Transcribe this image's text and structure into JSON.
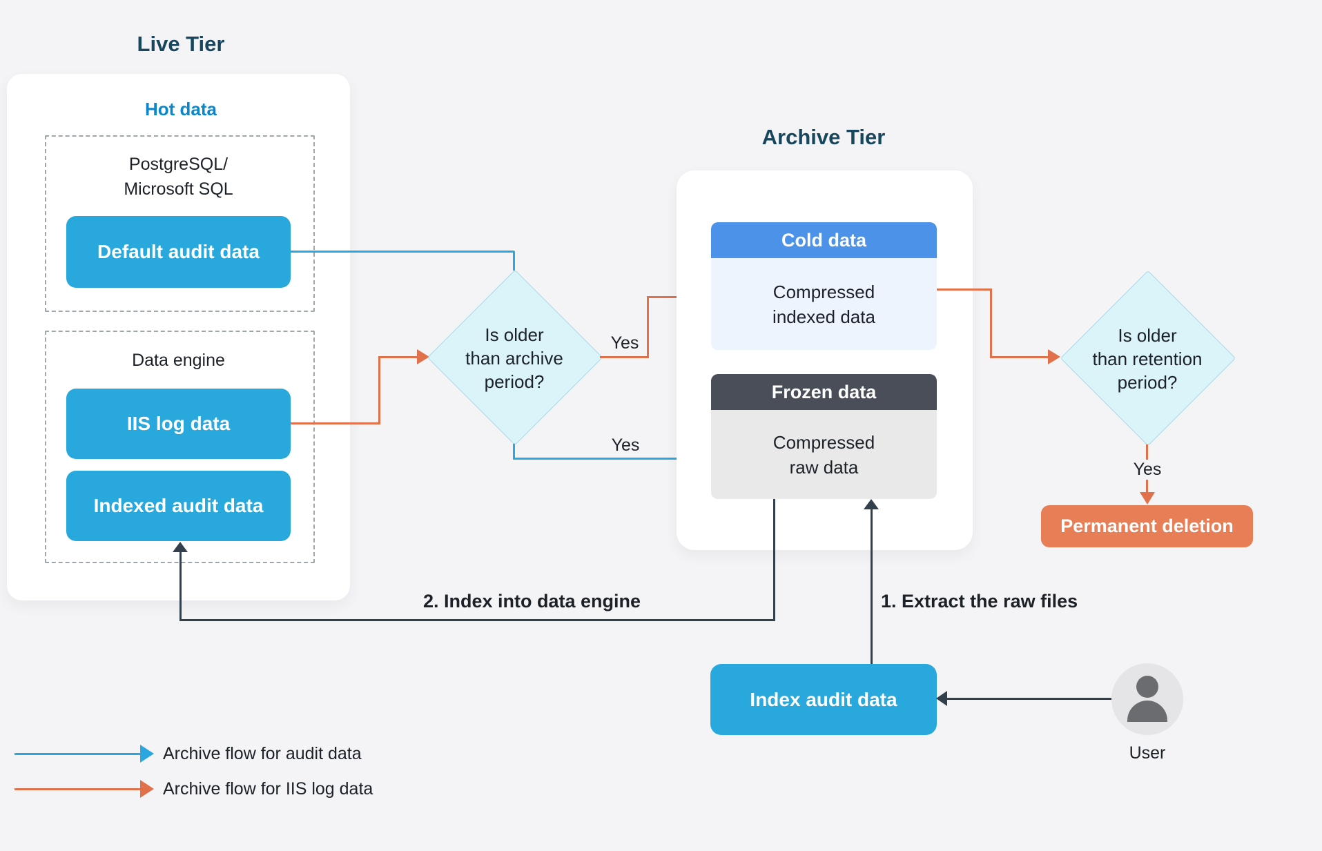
{
  "colors": {
    "background": "#f4f4f6",
    "node_blue": "#29a8dd",
    "flow_blue": "#2ba6df",
    "flow_orange": "#e0714a",
    "flow_dark": "#33404c",
    "title_navy": "#17465e",
    "hot_data_blue": "#0a86c9",
    "cold_header_blue": "#4b92e8",
    "cold_body": "#edf4fd",
    "frozen_header": "#494e58",
    "frozen_body": "#e9e9ea",
    "deletion_orange": "#e87e55",
    "diamond_fill": "#dbf4fa"
  },
  "live_tier": {
    "title": "Live Tier",
    "hot_label": "Hot data",
    "db_group": {
      "label_line1": "PostgreSQL/",
      "label_line2": "Microsoft SQL",
      "button": "Default audit data"
    },
    "engine_group": {
      "label": "Data engine",
      "button_iis": "IIS log data",
      "button_indexed": "Indexed audit data"
    }
  },
  "decision_archive": {
    "line1": "Is older",
    "line2": "than archive",
    "line3": "period?",
    "yes_top": "Yes",
    "yes_bottom": "Yes"
  },
  "archive_tier": {
    "title": "Archive Tier",
    "cold": {
      "header": "Cold data",
      "line1": "Compressed",
      "line2": "indexed data"
    },
    "frozen": {
      "header": "Frozen data",
      "line1": "Compressed",
      "line2": "raw data"
    }
  },
  "decision_retention": {
    "line1": "Is older",
    "line2": "than retention",
    "line3": "period?",
    "yes": "Yes"
  },
  "deletion": {
    "label": "Permanent deletion"
  },
  "flows": {
    "step1": "1. Extract the raw files",
    "step2": "2. Index into data engine",
    "index_button": "Index audit data",
    "user_label": "User"
  },
  "legend": {
    "audit": "Archive flow for audit data",
    "iis": "Archive flow for IIS log data"
  }
}
